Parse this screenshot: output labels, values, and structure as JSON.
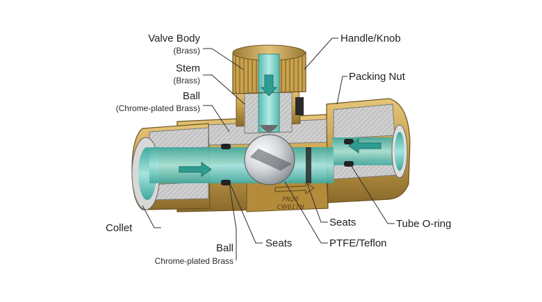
{
  "labels": {
    "valve_body": "Valve Body",
    "valve_body_sub": "(Brass)",
    "stem": "Stem",
    "stem_sub": "(Brass)",
    "ball_top": "Ball",
    "ball_top_sub": "(Chrome-plated Brass)",
    "handle": "Handle/Knob",
    "packing_nut": "Packing Nut",
    "collet": "Collet",
    "ball_bottom": "Ball",
    "ball_bottom_sub": "Chrome-plated Brass",
    "seats_bottom": "Seats",
    "seats_right": "Seats",
    "ptfe": "PTFE/Teflon",
    "tube_oring": "Tube O-ring"
  },
  "body_marking": {
    "line1": "PN25",
    "line2": "CW617N"
  },
  "colors": {
    "brass": "#c9a24e",
    "brass_dark": "#9a7a33",
    "cut_face": "#c8c8c8",
    "fluid": "#7fd1c9",
    "fluid_dark": "#3fa9a0"
  }
}
